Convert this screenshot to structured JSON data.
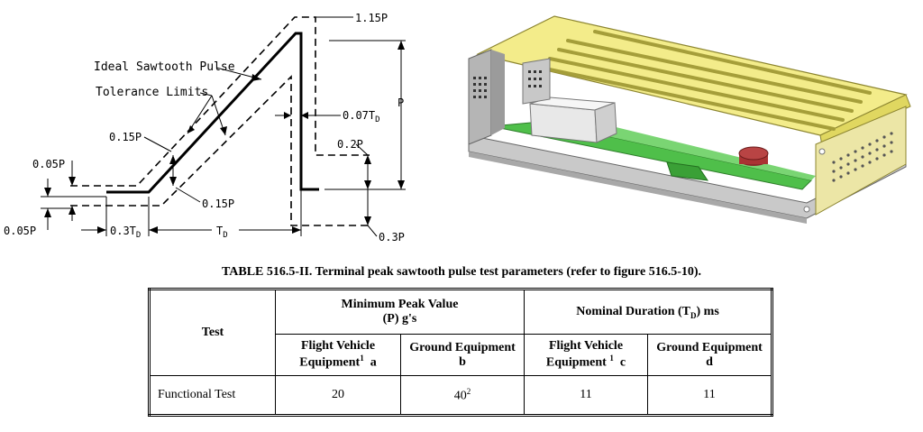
{
  "diagram": {
    "labels": {
      "ideal_pulse": "Ideal Sawtooth Pulse",
      "tolerance_limits": "Tolerance Limits",
      "p_115": "1.15P",
      "p": "P",
      "p_007": "0.07T",
      "p_007_sub": "D",
      "p_02": "0.2P",
      "p_015_top": "0.15P",
      "p_015_bottom": "0.15P",
      "p_005_top": "0.05P",
      "p_005_bottom": "0.05P",
      "t_03": "0.3T",
      "t_03_sub": "D",
      "td": "T",
      "td_sub": "D",
      "p_03": "0.3P"
    }
  },
  "table": {
    "caption": "TABLE 516.5-II.  Terminal peak sawtooth pulse test parameters (refer to figure 516.5-10).",
    "header": {
      "test": "Test",
      "min_peak_line1": "Minimum Peak Value",
      "min_peak_line2": "(P) g's",
      "nominal_prefix": "Nominal Duration (T",
      "nominal_sub": "D",
      "nominal_suffix": ") ms",
      "fve_a_line1": "Flight Vehicle",
      "fve_a_line2": "Equipment",
      "fve_a_sup": "1",
      "fve_a_letter": "a",
      "ge_b_line1": "Ground Equipment",
      "ge_b_letter": "b",
      "fve_c_line1": "Flight Vehicle",
      "fve_c_line2": "Equipment",
      "fve_c_sup": "1",
      "fve_c_letter": "c",
      "ge_d_line1": "Ground Equipment",
      "ge_d_letter": "d"
    },
    "row": {
      "test": "Functional Test",
      "a": "20",
      "b": "40",
      "b_sup": "2",
      "c": "11",
      "d": "11"
    }
  }
}
